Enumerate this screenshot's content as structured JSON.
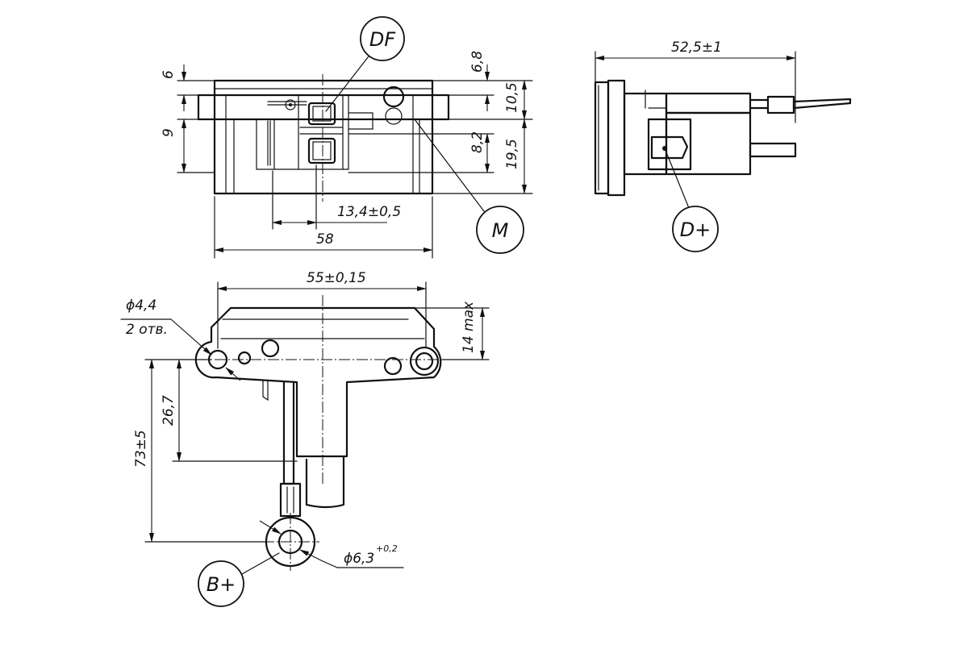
{
  "callouts": {
    "df": "DF",
    "m": "M",
    "d_plus": "D+",
    "b_plus": "B+"
  },
  "dimensions": {
    "d_6": "6",
    "d_9": "9",
    "d_6_8": "6,8",
    "d_10_5": "10,5",
    "d_8_2": "8,2",
    "d_19_5": "19,5",
    "d_13_4": "13,4±0,5",
    "d_58": "58",
    "d_52_5": "52,5±1",
    "d_55": "55±0,15",
    "d_hole_dia": "ϕ4,4",
    "d_hole_count": "2 отв.",
    "d_14max": "14 max",
    "d_26_7": "26,7",
    "d_73": "73±5",
    "d_term_dia": "ϕ6,3",
    "d_term_tol": "+0,2"
  }
}
